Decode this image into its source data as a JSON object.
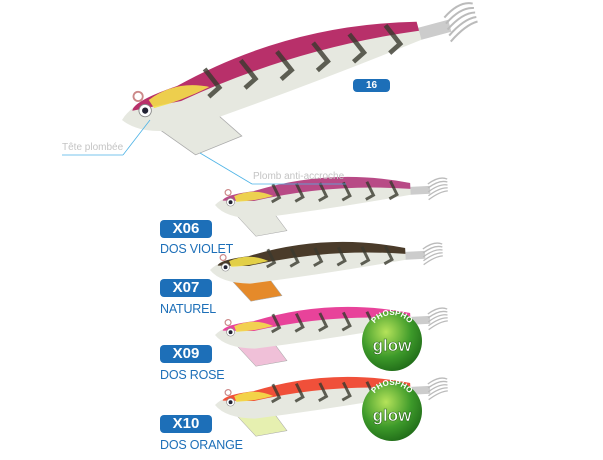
{
  "main_lure": {
    "size_badge": "16",
    "body_color": "#b8306a"
  },
  "callouts": {
    "head": "Tête plombée",
    "weight": "Plomb anti-accroche"
  },
  "variants": [
    {
      "code": "X06",
      "name": "DOS VIOLET",
      "body_color": "#b84a86",
      "glow": false
    },
    {
      "code": "X07",
      "name": "NATUREL",
      "body_color": "#4a3b2a",
      "glow": false
    },
    {
      "code": "X09",
      "name": "DOS ROSE",
      "body_color": "#e8439a",
      "glow": true
    },
    {
      "code": "X10",
      "name": "DOS ORANGE",
      "body_color": "#f0503a",
      "glow": true
    }
  ],
  "glow_badge": {
    "top_text": "PHOSPHO",
    "main_text": "glow",
    "color": "#3d9a2a"
  },
  "colors": {
    "accent": "#1d6fb8",
    "callout_line": "#4db3e6"
  }
}
